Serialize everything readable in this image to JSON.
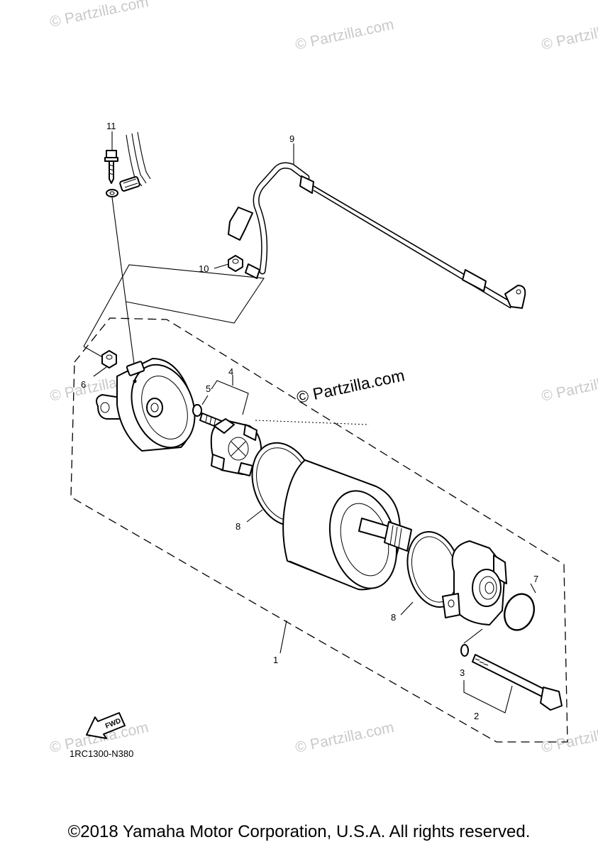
{
  "watermark": "© Partzilla.com",
  "callouts": {
    "c1": "1",
    "c2": "2",
    "c3": "3",
    "c4": "4",
    "c5": "5",
    "c6": "6",
    "c7": "7",
    "c8a": "8",
    "c8b": "8",
    "c9": "9",
    "c10": "10",
    "c11": "11"
  },
  "fwd_label": "FWD",
  "diagram_code": "1RC1300-N380",
  "copyright": "©2018 Yamaha Motor Corporation, U.S.A. All rights reserved."
}
